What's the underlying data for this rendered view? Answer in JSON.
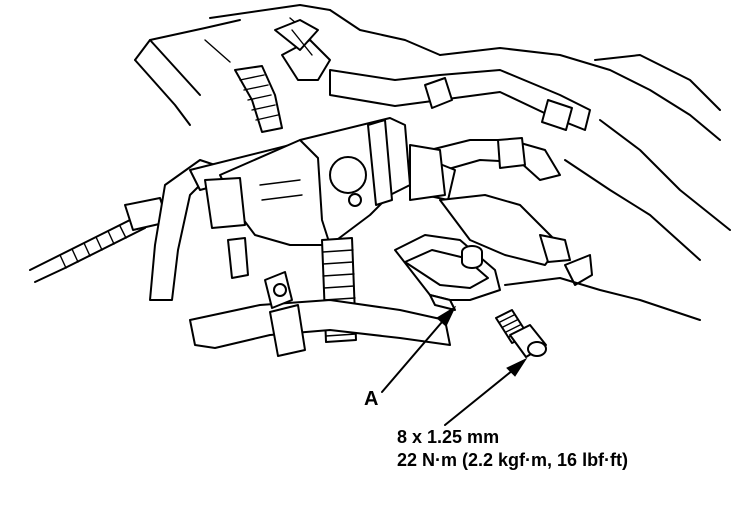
{
  "callout": {
    "part_label": "A",
    "bolt_size": "8 x 1.25 mm",
    "torque": "22 N·m (2.2 kgf·m, 16 lbf·ft)"
  },
  "colors": {
    "line": "#000000",
    "background": "#ffffff"
  }
}
